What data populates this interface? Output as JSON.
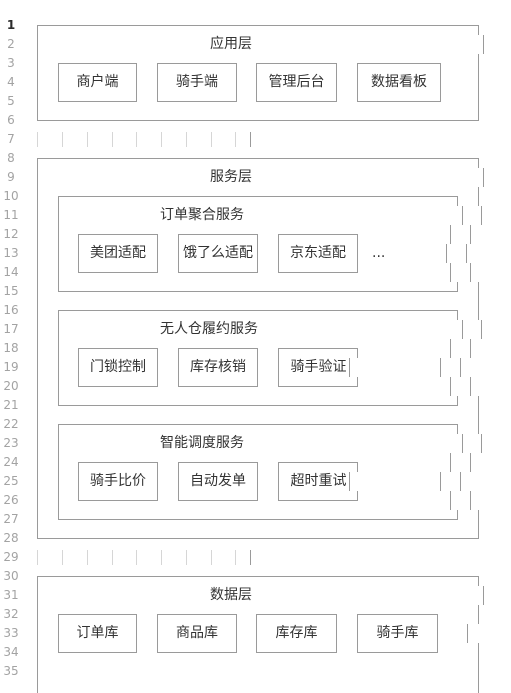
{
  "editor": {
    "gutter": {
      "lines": [
        {
          "n": "1",
          "active": true
        },
        {
          "n": "2"
        },
        {
          "n": "3"
        },
        {
          "n": "4"
        },
        {
          "n": "5"
        },
        {
          "n": "6"
        },
        {
          "n": "7"
        },
        {
          "n": "8"
        },
        {
          "n": "9"
        },
        {
          "n": "10"
        },
        {
          "n": "11"
        },
        {
          "n": "12"
        },
        {
          "n": "13"
        },
        {
          "n": "14"
        },
        {
          "n": "15"
        },
        {
          "n": "16"
        },
        {
          "n": "17"
        },
        {
          "n": "18"
        },
        {
          "n": "19"
        },
        {
          "n": "20"
        },
        {
          "n": "21"
        },
        {
          "n": "22"
        },
        {
          "n": "23"
        },
        {
          "n": "24"
        },
        {
          "n": "25"
        },
        {
          "n": "26"
        },
        {
          "n": "27"
        },
        {
          "n": "28"
        },
        {
          "n": "29"
        },
        {
          "n": "30"
        },
        {
          "n": "31"
        },
        {
          "n": "32"
        },
        {
          "n": "33"
        },
        {
          "n": "34"
        },
        {
          "n": "35"
        }
      ]
    }
  },
  "diagram": {
    "app_layer": {
      "title": "应用层",
      "items": [
        "商户端",
        "骑手端",
        "管理后台",
        "数据看板"
      ]
    },
    "service_layer": {
      "title": "服务层",
      "services": [
        {
          "title": "订单聚合服务",
          "items": [
            "美团适配",
            "饿了么适配",
            "京东适配"
          ],
          "more": "..."
        },
        {
          "title": "无人仓履约服务",
          "items": [
            "门锁控制",
            "库存核销",
            "骑手验证"
          ]
        },
        {
          "title": "智能调度服务",
          "items": [
            "骑手比价",
            "自动发单",
            "超时重试"
          ]
        }
      ]
    },
    "data_layer": {
      "title": "数据层",
      "items": [
        "订单库",
        "商品库",
        "库存库",
        "骑手库"
      ]
    }
  },
  "colors": {
    "border_line": "#9a9a9a",
    "text": "#333333",
    "line_number": "#a3a3a3",
    "line_number_active": "#2b2b2b",
    "indent_guide": "#d6d6d6"
  }
}
